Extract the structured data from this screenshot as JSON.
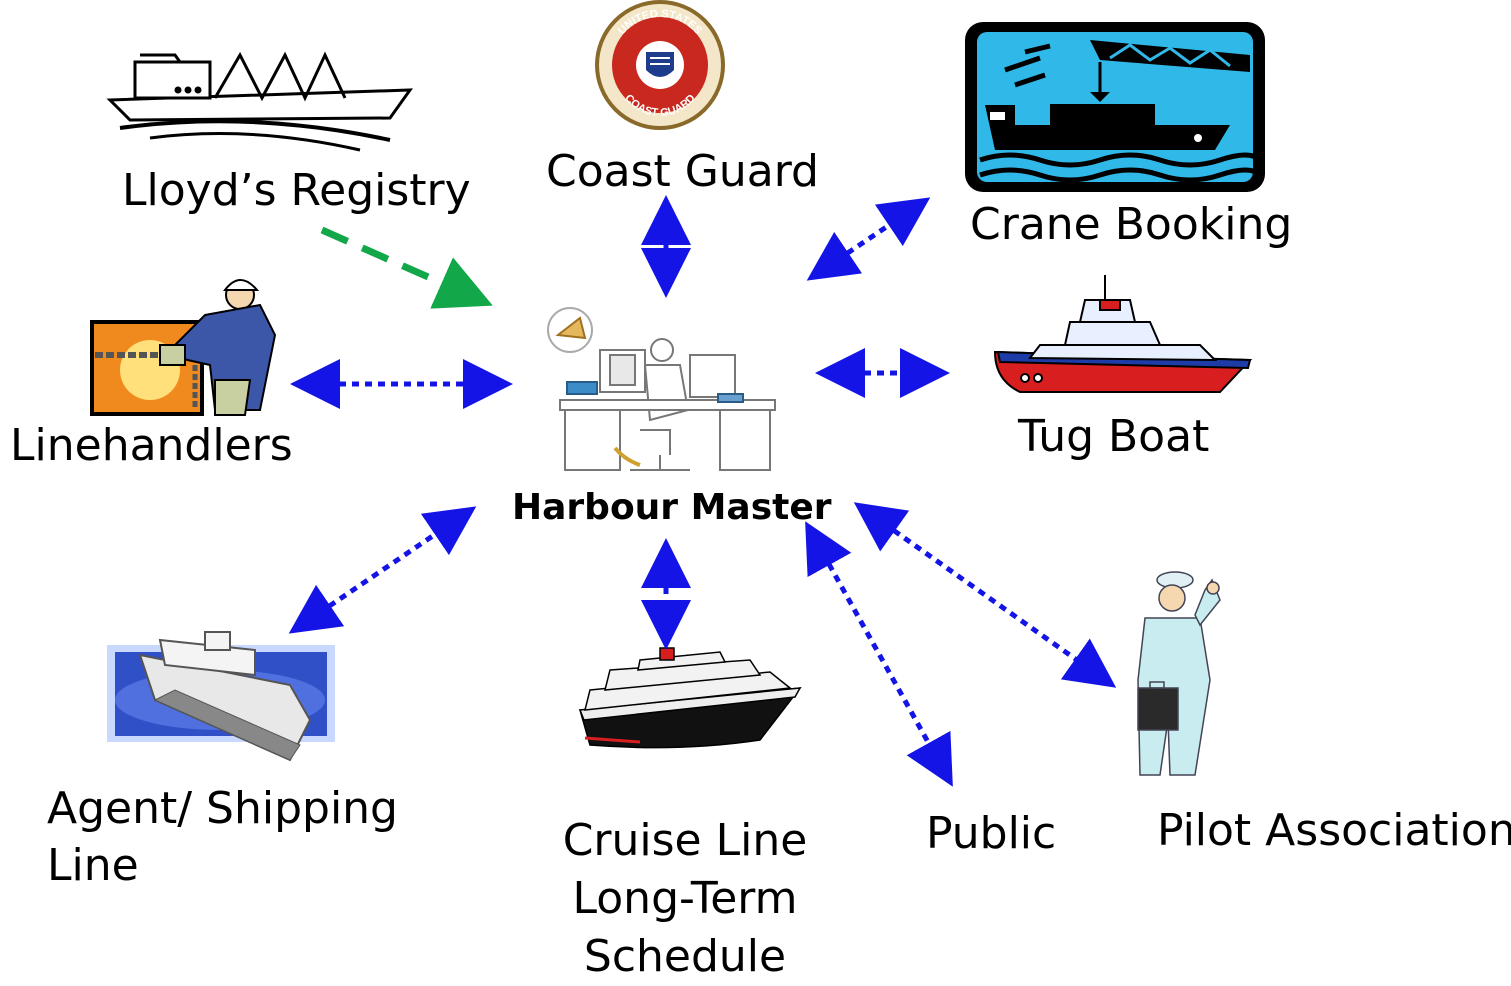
{
  "center": {
    "label": "Harbour Master",
    "icon": "harbour-master-desk-icon"
  },
  "nodes": {
    "lloyds": {
      "label": "Lloyd’s Registry",
      "icon": "cargo-ship-icon"
    },
    "coast": {
      "label": "Coast Guard",
      "icon": "coast-guard-seal-icon",
      "seal_top": "UNITED STATES",
      "seal_bottom": "COAST GUARD"
    },
    "crane": {
      "label": "Crane Booking",
      "icon": "crane-ship-icon"
    },
    "line": {
      "label": "Linehandlers",
      "icon": "linehandler-worker-icon"
    },
    "tug": {
      "label": "Tug Boat",
      "icon": "tug-boat-icon"
    },
    "agent": {
      "lines": [
        "Agent/ Shipping",
        "Line"
      ],
      "icon": "ferry-ship-icon"
    },
    "cruise": {
      "lines": [
        "Cruise Line",
        "Long-Term",
        "Schedule"
      ],
      "icon": "cruise-ship-icon"
    },
    "public": {
      "label": "Public"
    },
    "pilot": {
      "label": "Pilot Association",
      "icon": "pilot-captain-icon"
    }
  },
  "colors": {
    "bidirectional_arrow": "#1414e6",
    "one_way_arrow": "#12a84a",
    "crane_background": "#30b8e8",
    "coast_guard_red": "#c8281e"
  }
}
